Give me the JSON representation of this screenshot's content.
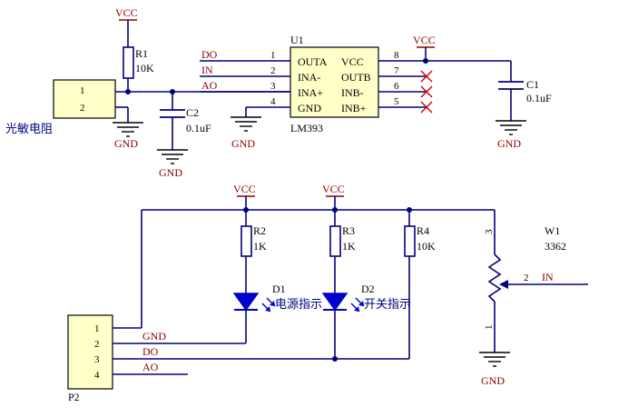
{
  "power": {
    "vcc": "VCC",
    "gnd": "GND"
  },
  "sensor": {
    "label": "光敏电阻",
    "pins": [
      "1",
      "2"
    ]
  },
  "r1": {
    "ref": "R1",
    "value": "10K"
  },
  "c2": {
    "ref": "C2",
    "value": "0.1uF"
  },
  "c1": {
    "ref": "C1",
    "value": "0.1uF"
  },
  "u1": {
    "ref": "U1",
    "part": "LM393",
    "left_pins": [
      {
        "num": "1",
        "name": "OUTA",
        "net": "DO"
      },
      {
        "num": "2",
        "name": "INA-",
        "net": "IN"
      },
      {
        "num": "3",
        "name": "INA+",
        "net": "AO"
      },
      {
        "num": "4",
        "name": "GND",
        "net": ""
      }
    ],
    "right_pins": [
      {
        "num": "8",
        "name": "VCC"
      },
      {
        "num": "7",
        "name": "OUTB"
      },
      {
        "num": "6",
        "name": "INB-"
      },
      {
        "num": "5",
        "name": "INB+"
      }
    ]
  },
  "r2": {
    "ref": "R2",
    "value": "1K"
  },
  "r3": {
    "ref": "R3",
    "value": "1K"
  },
  "r4": {
    "ref": "R4",
    "value": "10K"
  },
  "d1": {
    "ref": "D1",
    "label": "电源指示"
  },
  "d2": {
    "ref": "D2",
    "label": "开关指示"
  },
  "w1": {
    "ref": "W1",
    "part": "3362",
    "pins": [
      "3",
      "2",
      "1"
    ],
    "net": "IN"
  },
  "p2": {
    "ref": "P2",
    "pins": [
      {
        "num": "1",
        "net": "GND"
      },
      {
        "num": "2",
        "net": "DO"
      },
      {
        "num": "3",
        "net": "AO"
      },
      {
        "num": "4",
        "net": ""
      }
    ]
  }
}
